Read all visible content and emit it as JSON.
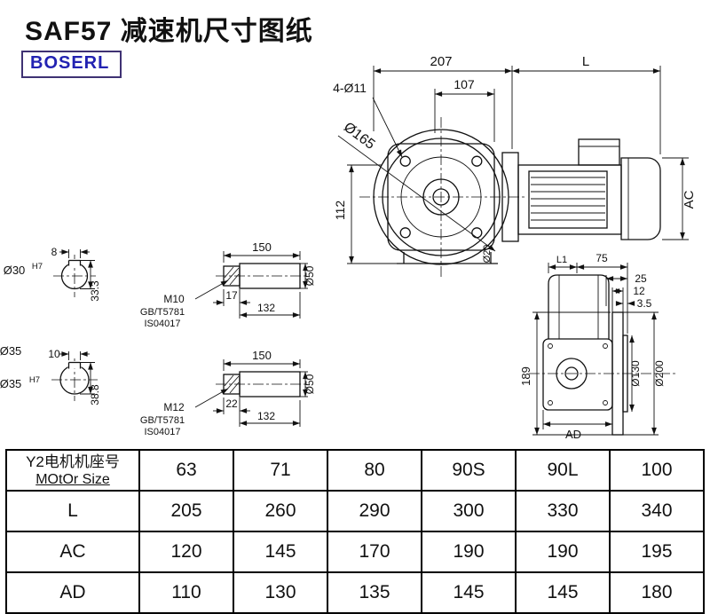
{
  "page": {
    "title": "SAF57 减速机尺寸图纸",
    "logo_text": "BOSERL"
  },
  "colors": {
    "logo_text": "#2222b2",
    "logo_border": "#3f3273",
    "line": "#111111"
  },
  "front_view": {
    "dim_width": "207",
    "dim_motor_length": "L",
    "dim_107": "107",
    "bolt_holes": "4-Ø11",
    "flange_dia": "Ø165",
    "dim_height": "112",
    "dim_ac": "AC",
    "shaft_dia": "Ø20"
  },
  "side_view": {
    "dim_l1": "L1",
    "dim_75": "75",
    "dim_25": "25",
    "dim_12": "12",
    "dim_3_5": "3.5",
    "dim_189": "189",
    "spigot_dia": "Ø130",
    "flange_dia": "Ø200",
    "dim_ad": "AD"
  },
  "shaft_a": {
    "key_width": "8",
    "bore": "Ø30",
    "bore_fit": "H7",
    "keyway_height": "33.3",
    "length": "150",
    "thread_length": "17",
    "dim_132": "132",
    "thread": "M10",
    "std1": "GB/T5781",
    "std2": "IS04017",
    "end_dia": "Ø50"
  },
  "shaft_b": {
    "dia_label": "Ø35",
    "key_width": "10",
    "bore": "Ø35",
    "bore_fit": "H7",
    "keyway_height": "38.8",
    "length": "150",
    "thread_length": "22",
    "dim_132": "132",
    "thread": "M12",
    "std1": "GB/T5781",
    "std2": "IS04017",
    "end_dia": "Ø50"
  },
  "table": {
    "motor_row": {
      "label_cn": "Y2电机机座号",
      "label_en": "MOtOr Size",
      "values": [
        "63",
        "71",
        "80",
        "90S",
        "90L",
        "100"
      ]
    },
    "rows": [
      {
        "label": "L",
        "values": [
          "205",
          "260",
          "290",
          "300",
          "330",
          "340"
        ]
      },
      {
        "label": "AC",
        "values": [
          "120",
          "145",
          "170",
          "190",
          "190",
          "195"
        ]
      },
      {
        "label": "AD",
        "values": [
          "110",
          "130",
          "135",
          "145",
          "145",
          "180"
        ]
      }
    ]
  }
}
